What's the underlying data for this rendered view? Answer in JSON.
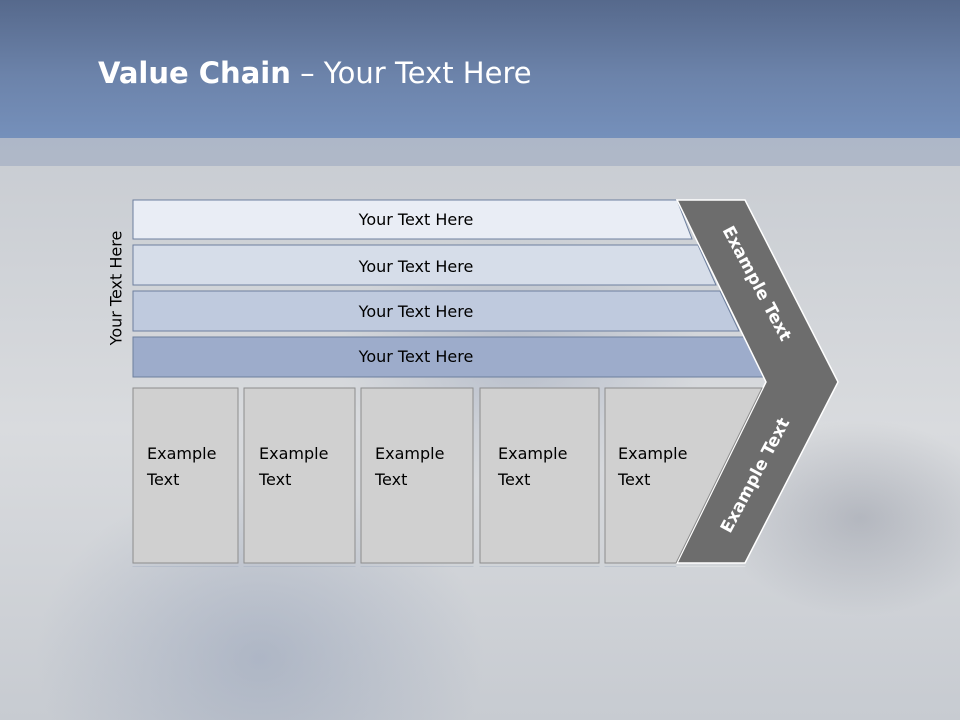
{
  "title": {
    "bold": "Value Chain",
    "rest": " – Your Text Here"
  },
  "side_label": "Your Text Here",
  "rows": [
    {
      "label": "Your Text Here",
      "fill": "#e9edf5"
    },
    {
      "label": "Your Text Here",
      "fill": "#d6dde9"
    },
    {
      "label": "Your Text Here",
      "fill": "#bfcade"
    },
    {
      "label": "Your Text Here",
      "fill": "#9daccb"
    }
  ],
  "columns": [
    {
      "line1": "Example",
      "line2": "Text"
    },
    {
      "line1": "Example",
      "line2": "Text"
    },
    {
      "line1": "Example",
      "line2": "Text"
    },
    {
      "line1": "Example",
      "line2": "Text"
    },
    {
      "line1": "Example",
      "line2": "Text"
    }
  ],
  "chevron": {
    "upper": "Example Text",
    "lower": "Example Text",
    "fill": "#6d6d6d"
  },
  "colors": {
    "column_fill": "#d0d0d0",
    "outline": "#6d7f9e"
  }
}
